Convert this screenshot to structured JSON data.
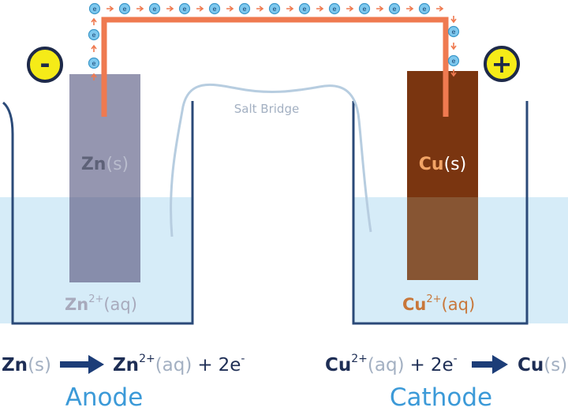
{
  "colors": {
    "wire": "#ef7a50",
    "electron_fill": "#7ec8ee",
    "electron_stroke": "#3a97c9",
    "beaker": "#2b4a78",
    "solution": "#d6ecf8",
    "zinc": "#8d8ea9",
    "copper": "#7a3510",
    "sign_fill": "#f5eb18",
    "sign_stroke": "#1e2a4a",
    "salt_bridge": "#b7cde0",
    "arrow": "#1c3d78",
    "title_blue": "#3c9ad8",
    "dark_text": "#1e2e55",
    "grey_text": "#a3b0c2",
    "copper_text": "#c8773a"
  },
  "electron_label": "e",
  "signs": {
    "negative": "-",
    "positive": "+"
  },
  "salt_bridge_label": "Salt Bridge",
  "anode": {
    "electrode_symbol": "Zn",
    "electrode_state": "(s)",
    "ion_symbol": "Zn",
    "ion_charge": "2+",
    "ion_state": "(aq)",
    "title": "Anode",
    "reaction": {
      "reactant_symbol": "Zn",
      "reactant_state": "(s)",
      "product_symbol": "Zn",
      "product_charge": "2+",
      "product_state": "(aq)",
      "plus": "+",
      "electrons": "2e",
      "electron_sign": "-"
    }
  },
  "cathode": {
    "electrode_symbol": "Cu",
    "electrode_state": "(s)",
    "ion_symbol": "Cu",
    "ion_charge": "2+",
    "ion_state": "(aq)",
    "title": "Cathode",
    "reaction": {
      "reactant_symbol": "Cu",
      "reactant_charge": "2+",
      "reactant_state": "(aq)",
      "plus": "+",
      "electrons": "2e",
      "electron_sign": "-",
      "product_symbol": "Cu",
      "product_state": "(s)"
    }
  }
}
